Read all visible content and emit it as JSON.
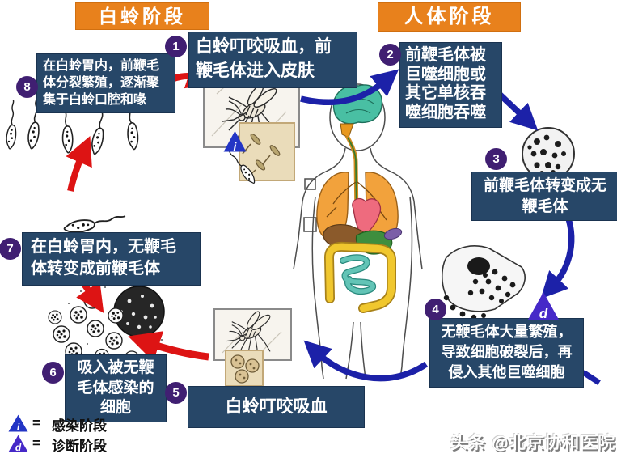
{
  "headers": {
    "sandfly": "白蛉阶段",
    "human": "人体阶段"
  },
  "steps": [
    {
      "num": "1",
      "text": "白蛉叮咬吸血，前\n鞭毛体进入皮肤"
    },
    {
      "num": "2",
      "text": "前鞭毛体被\n巨噬细胞或\n其它单核吞\n噬细胞吞噬"
    },
    {
      "num": "3",
      "text": "前鞭毛体转变成无\n鞭毛体"
    },
    {
      "num": "4",
      "text": "无鞭毛体大量繁殖，\n导致细胞破裂后，再\n侵入其他巨噬细胞"
    },
    {
      "num": "5",
      "text": "白蛉叮咬吸血"
    },
    {
      "num": "6",
      "text": "吸入被无鞭\n毛体感染的\n细胞"
    },
    {
      "num": "7",
      "text": "在白蛉胃内，无鞭毛\n体转变成前鞭毛体"
    },
    {
      "num": "8",
      "text": "在白蛉胃内，前鞭毛\n体分裂繁殖，逐渐聚\n集于白蛉口腔和喙"
    }
  ],
  "legend": {
    "equals": "=",
    "infection": {
      "symbol": "i",
      "label": "感染阶段"
    },
    "diagnosis": {
      "symbol": "d",
      "label": "诊断阶段"
    }
  },
  "watermark": "头条 @北京协和医院",
  "colors": {
    "header_bg": "#E8811C",
    "step_box_bg": "#274768",
    "number_circle": "#401F72",
    "red_arrow": "#DD1414",
    "blue_arrow": "#1C21A8",
    "infection_triangle": "#2335C5",
    "diagnosis_triangle": "#4629C8"
  }
}
